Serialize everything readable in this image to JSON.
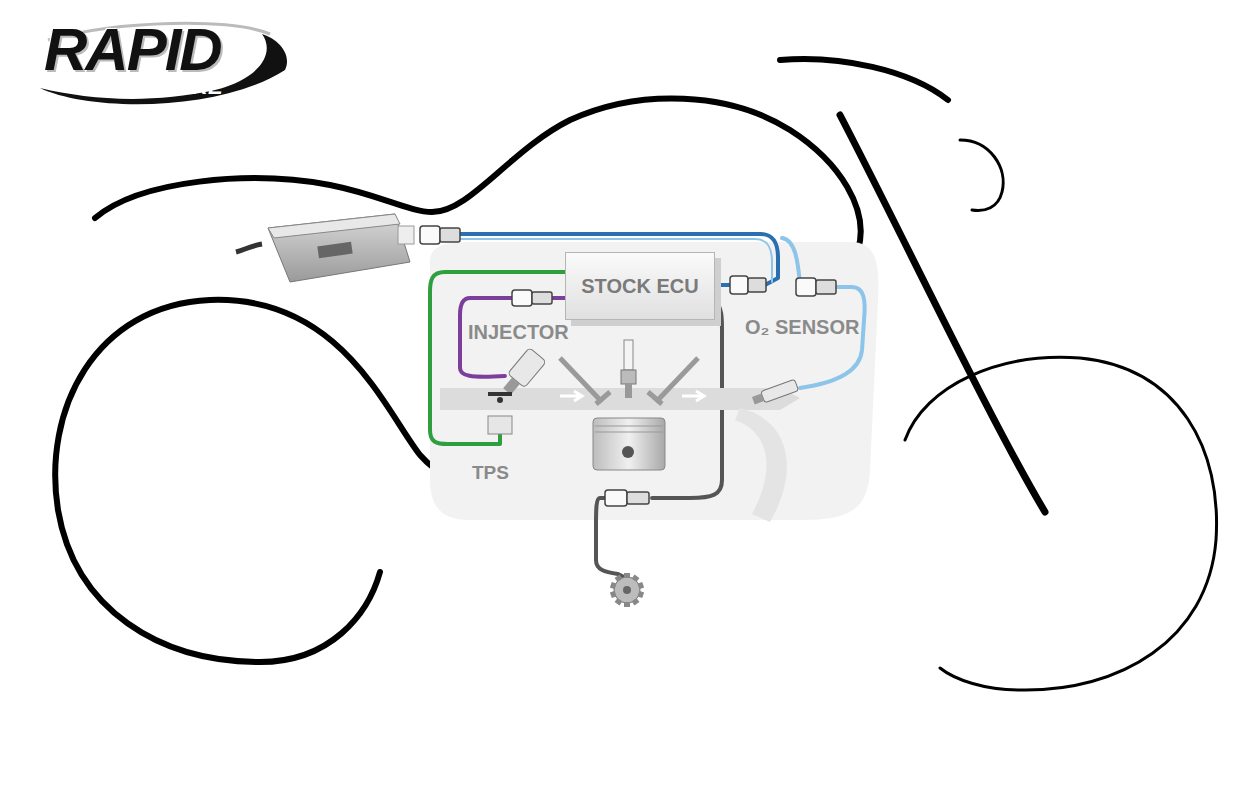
{
  "diagram": {
    "nodes": [
      {
        "text": [
          "STOCK ECU"
        ]
      }
    ],
    "labels": [
      "RAPID",
      "BIKE",
      "INJECTOR",
      "O₂ SENSOR",
      "TPS"
    ]
  }
}
